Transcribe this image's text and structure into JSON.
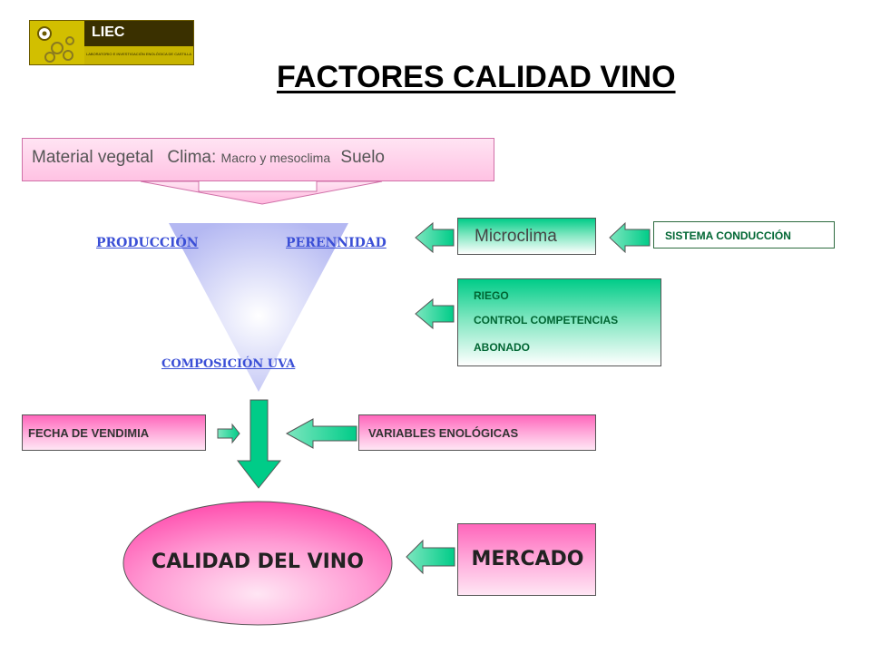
{
  "logo": {
    "name": "LIEC",
    "subtitle": "LABORATORIO E INVESTIGACIÓN ENOLÓGICA DE CASTILLA"
  },
  "title": "FACTORES CALIDAD VINO",
  "top_box": {
    "material": "Material vegetal",
    "clima": "Clima:",
    "macro": "Macro y mesoclima",
    "suelo": "Suelo"
  },
  "triangle": {
    "produccion": "PRODUCCIÓN",
    "perennidad": "PERENNIDAD",
    "composicion": "COMPOSICIÓN UVA"
  },
  "microclima": "Microclima",
  "sistema": "SISTEMA CONDUCCIÓN",
  "practices": [
    "RIEGO",
    "CONTROL COMPETENCIAS",
    "ABONADO"
  ],
  "fecha": "FECHA DE VENDIMIA",
  "variables": "VARIABLES ENOLÓGICAS",
  "calidad": "CALIDAD DEL VINO",
  "mercado": "MERCADO",
  "colors": {
    "green_arrow": "#00cc88",
    "pink": "#ff66bb",
    "blue_link": "#3b4fd6",
    "dark_green_text": "#006633"
  }
}
